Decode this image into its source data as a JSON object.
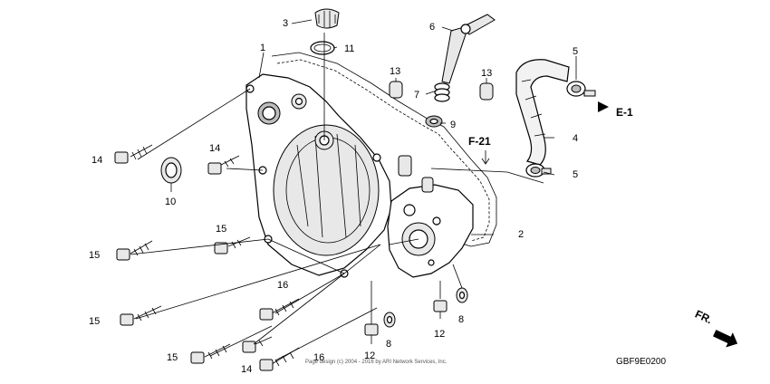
{
  "callouts": {
    "c1": "1",
    "c2": "2",
    "c3": "3",
    "c4": "4",
    "c5a": "5",
    "c5b": "5",
    "c6": "6",
    "c7": "7",
    "c8a": "8",
    "c8b": "8",
    "c9": "9",
    "c10": "10",
    "c11": "11",
    "c12a": "12",
    "c12b": "12",
    "c13a": "13",
    "c13b": "13",
    "c14a": "14",
    "c14b": "14",
    "c14c": "14",
    "c15a": "15",
    "c15b": "15",
    "c15c": "15",
    "c15d": "15",
    "c16a": "16",
    "c16b": "16"
  },
  "references": {
    "e1": "E-1",
    "f21": "F-21",
    "front": "FR."
  },
  "copyright": "Page design (c) 2004 - 2016 by ARI Network Services, Inc.",
  "diagram_code": "GBF9E0200"
}
